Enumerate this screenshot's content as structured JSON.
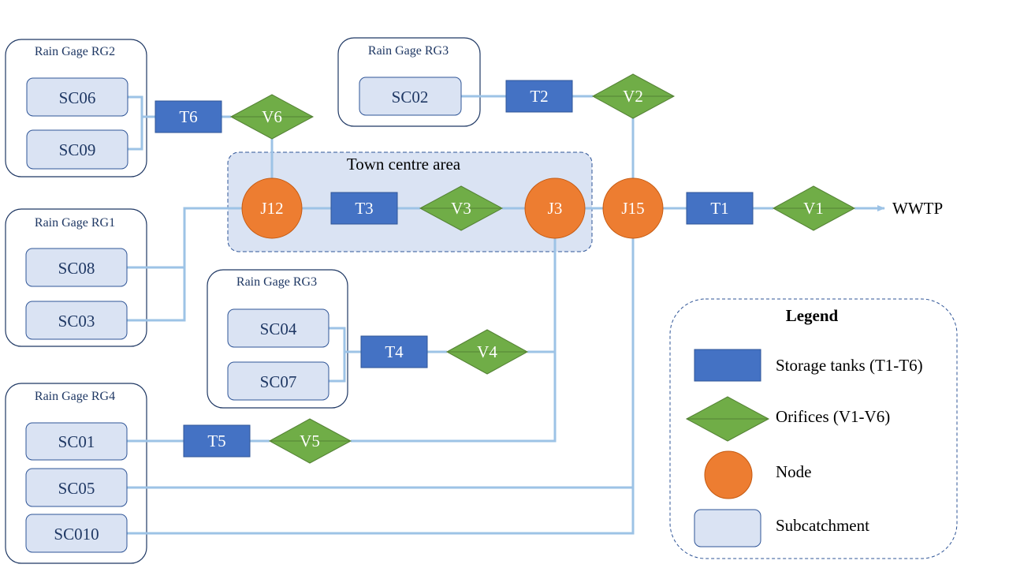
{
  "colors": {
    "tank": "#4472c4",
    "orifice": "#70ad47",
    "node": "#ed7d31",
    "subcatchment": "#dae3f3",
    "link": "#9dc3e6",
    "area": "#dae3f3"
  },
  "rain_gages": {
    "rg2": "Rain Gage RG2",
    "rg3_top": "Rain Gage RG3",
    "rg1": "Rain Gage RG1",
    "rg3_mid": "Rain Gage RG3",
    "rg4": "Rain Gage RG4"
  },
  "subcatchments": {
    "sc06": "SC06",
    "sc09": "SC09",
    "sc02": "SC02",
    "sc08": "SC08",
    "sc03": "SC03",
    "sc04": "SC04",
    "sc07": "SC07",
    "sc01": "SC01",
    "sc05": "SC05",
    "sc010": "SC010"
  },
  "tanks": {
    "t1": "T1",
    "t2": "T2",
    "t3": "T3",
    "t4": "T4",
    "t5": "T5",
    "t6": "T6"
  },
  "orifices": {
    "v1": "V1",
    "v2": "V2",
    "v3": "V3",
    "v4": "V4",
    "v5": "V5",
    "v6": "V6"
  },
  "nodes": {
    "j12": "J12",
    "j3": "J3",
    "j15": "J15"
  },
  "town_centre": "Town centre area",
  "outlet": "WWTP",
  "legend": {
    "title": "Legend",
    "tanks": "Storage tanks (T1-T6)",
    "orifices": "Orifices (V1-V6)",
    "node": "Node",
    "subcatchment": "Subcatchment"
  }
}
